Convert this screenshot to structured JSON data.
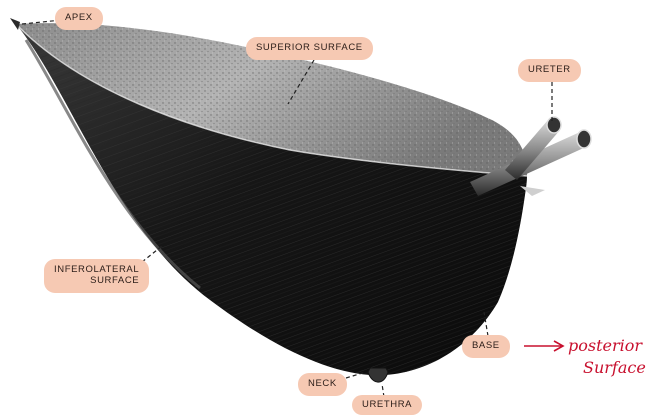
{
  "labels": {
    "apex": "APEX",
    "superior_surface": "SUPERIOR SURFACE",
    "ureter": "URETER",
    "inferolateral_line1": "INFEROLATERAL",
    "inferolateral_line2": "SURFACE",
    "base": "BASE",
    "neck": "NECK",
    "urethra": "URETHRA"
  },
  "annotation": {
    "line1": "posterior",
    "line2": "Surface",
    "color": "#c8102e"
  },
  "colors": {
    "label_background": "#f6c9b3",
    "organ_dark": "#1a1a1a",
    "organ_light": "#9a9a9a"
  }
}
